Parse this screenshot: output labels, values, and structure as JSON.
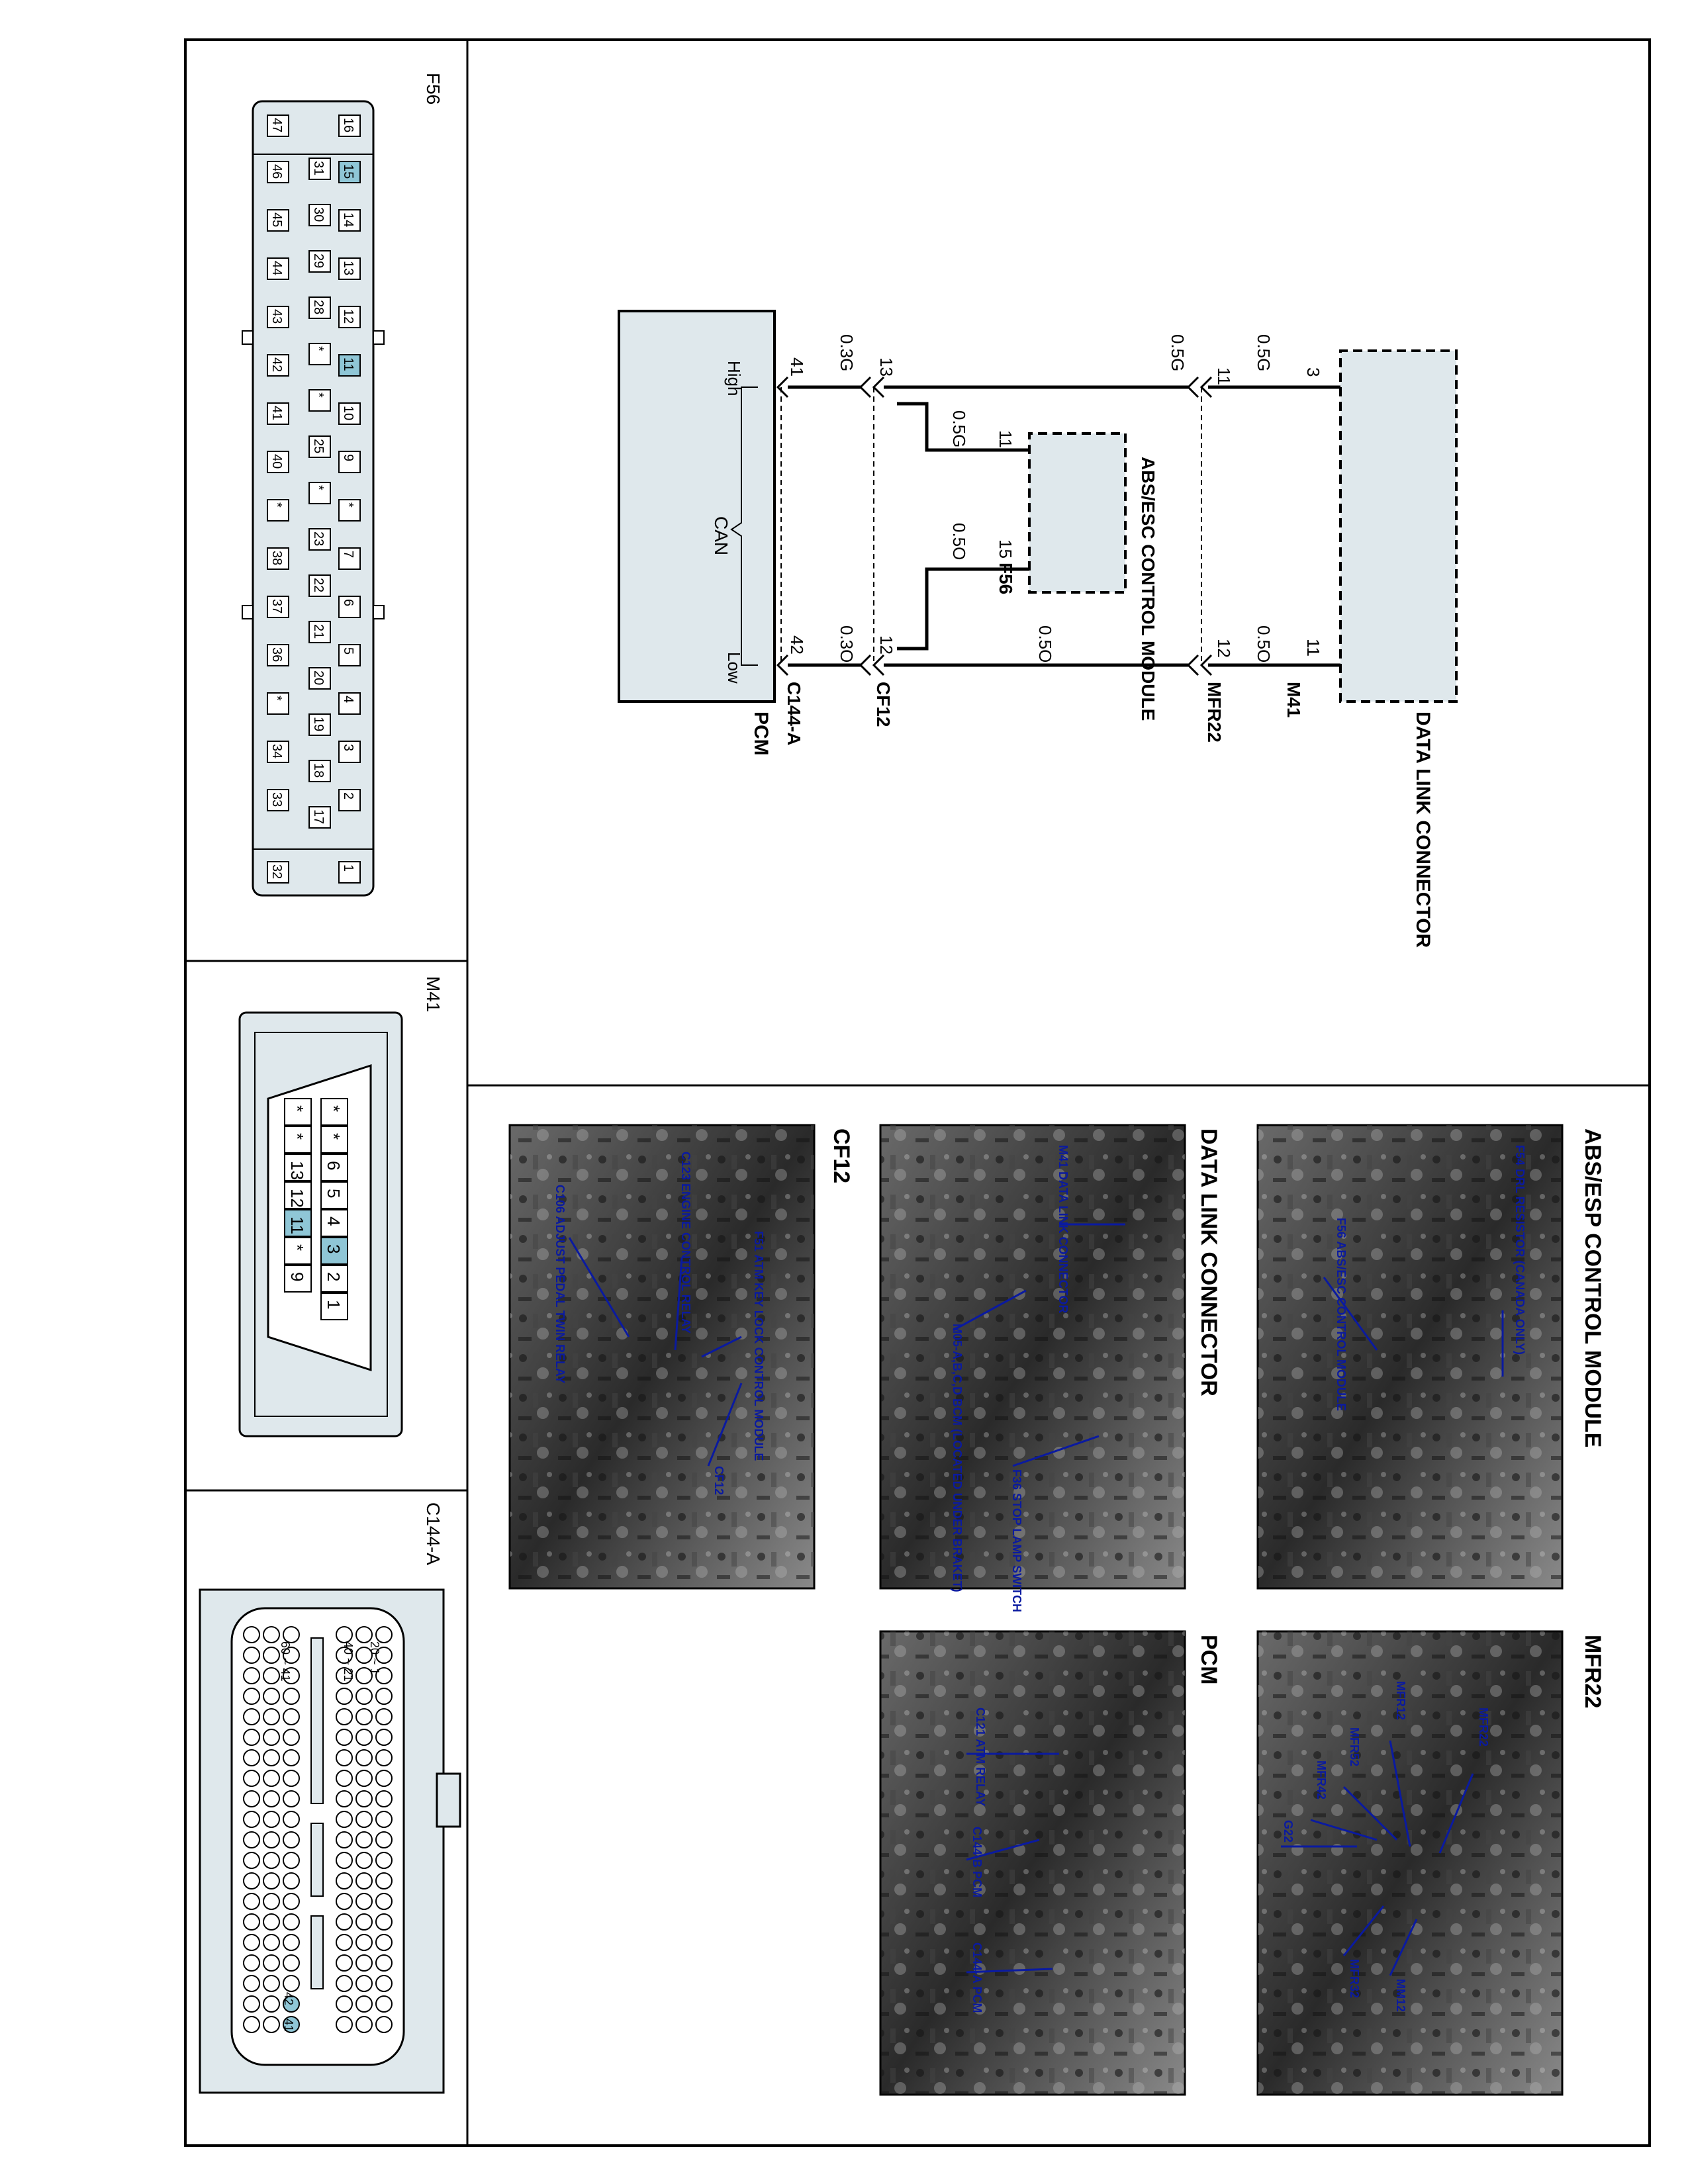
{
  "schematic": {
    "modules": {
      "data_link_connector": "DATA LINK CONNECTOR",
      "abs_esc_module": "ABS/ESC CONTROL MODULE",
      "pcm": "PCM"
    },
    "connectors": {
      "m41": "M41",
      "mfr22": "MFR22",
      "f56": "F56",
      "cf12": "CF12",
      "c144a": "C144-A"
    },
    "pins": {
      "dlc_high": "3",
      "dlc_low": "11",
      "mfr22_high": "11",
      "mfr22_low": "12",
      "abs_high": "11",
      "abs_low": "15",
      "cf12_high": "13",
      "cf12_low": "12",
      "pcm_high": "41",
      "pcm_low": "42"
    },
    "wires": {
      "dlc_to_mfr22_high": "0.5G",
      "dlc_to_mfr22_low": "0.5O",
      "mfr22_to_cf12_high": "0.5G",
      "mfr22_to_cf12_low": "0.5O",
      "abs_high": "0.5G",
      "abs_low": "0.5O",
      "cf12_to_pcm_high": "0.3G",
      "cf12_to_pcm_low": "0.3O"
    },
    "can": {
      "label": "CAN",
      "high": "High",
      "low": "Low"
    }
  },
  "connector_views": {
    "f56": {
      "title": "F56",
      "pins": [
        "16",
        "15",
        "14",
        "13",
        "12",
        "11",
        "10",
        "9",
        "*",
        "7",
        "6",
        "5",
        "4",
        "3",
        "2",
        "1",
        "31",
        "30",
        "29",
        "28",
        "*",
        "*",
        "25",
        "*",
        "23",
        "22",
        "21",
        "20",
        "19",
        "18",
        "17",
        "47",
        "46",
        "45",
        "44",
        "43",
        "42",
        "41",
        "40",
        "*",
        "38",
        "37",
        "36",
        "*",
        "34",
        "33",
        "32"
      ]
    },
    "m41": {
      "title": "M41",
      "pins": [
        "*",
        "*",
        "6",
        "5",
        "4",
        "3",
        "2",
        "1",
        "*",
        "*",
        "13",
        "12",
        "11",
        "*",
        "9"
      ]
    },
    "c144a": {
      "title": "C144-A",
      "row_labels": [
        "20 ~ 1",
        "40 ~ 21",
        "60 ~ 41"
      ],
      "pin_41": "41",
      "pin_42": "42"
    }
  },
  "photos": [
    {
      "title": "ABS/ESP CONTROL MODULE",
      "labels": [
        "F54 DRL RESISTOR (CANADA ONLY)",
        "F56 ABS/ESC CONTROL MODULE"
      ]
    },
    {
      "title": "MFR22",
      "labels": [
        "MFR22",
        "MFR12",
        "MFR52",
        "MFR42",
        "G22",
        "MFR32",
        "MM12"
      ]
    },
    {
      "title": "DATA LINK CONNECTOR",
      "labels": [
        "M41 DATA LINK CONNECTOR",
        "M05-A,B,C,D BCM (LOCATED UNDER BRAKET)",
        "F36 STOP LAMP SWITCH"
      ]
    },
    {
      "title": "PCM",
      "labels": [
        "C121 ATM RELAY",
        "C144-B PCM",
        "C144-A PCM"
      ]
    },
    {
      "title": "CF12",
      "labels": [
        "C106 ADJUST PEDAL TWIN RELAY",
        "C123 ENGINE CONTROL RELAY",
        "F51 ATM KEY LOCK CONTROL MODULE",
        "CF12"
      ]
    }
  ],
  "colors": {
    "box_fill": "#dfe8ec",
    "highlight": "#8fc6d6",
    "photo_label": "#0a1aa0"
  }
}
